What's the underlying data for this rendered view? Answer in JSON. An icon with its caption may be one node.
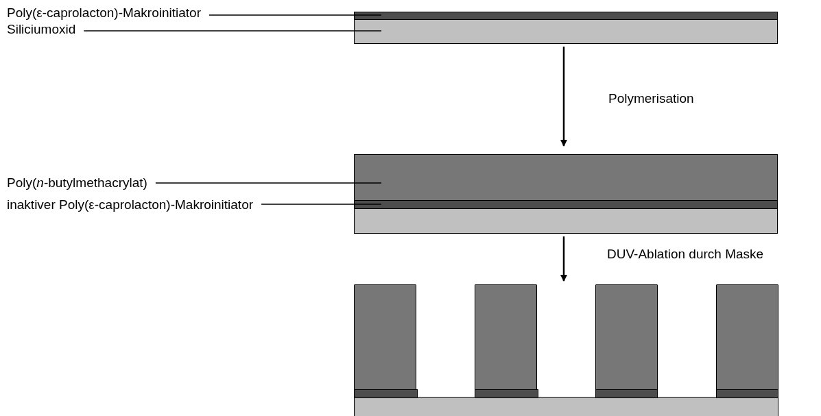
{
  "diagram": {
    "nodes": [
      {
        "text": [
          "Poly(ε-caprolacton)-Makroinitiator"
        ]
      },
      {
        "text": [
          "Siliciumoxid"
        ]
      },
      {
        "text": [],
        "shape": "bar"
      },
      {
        "text": [],
        "shape": "bar"
      },
      {
        "text": [
          "Poly(*n*-butylmethacrylat)"
        ]
      },
      {
        "text": [
          "inaktiver Poly(ε-caprolacton)-Makroinitiator"
        ]
      },
      {
        "text": [],
        "shape": "bar"
      },
      {
        "text": [],
        "shape": "bar"
      },
      {
        "text": [],
        "shape": "bar"
      },
      {
        "text": [],
        "shape": "box"
      },
      {
        "text": [],
        "shape": "box"
      },
      {
        "text": [],
        "shape": "box"
      },
      {
        "text": [],
        "shape": "box"
      },
      {
        "text": [],
        "shape": "bar"
      },
      {
        "text": [],
        "shape": "bar"
      },
      {
        "text": [],
        "shape": "bar"
      },
      {
        "text": [],
        "shape": "bar"
      },
      {
        "text": [],
        "shape": "bar"
      }
    ],
    "edges": [
      {
        "from": 0,
        "to": 2,
        "arrow": "none"
      },
      {
        "from": 1,
        "to": 3,
        "arrow": "none"
      },
      {
        "from": 3,
        "to": 6,
        "arrow": "to",
        "label": "Polymerisation"
      },
      {
        "from": 4,
        "to": 6,
        "arrow": "none"
      },
      {
        "from": 5,
        "to": 7,
        "arrow": "none"
      },
      {
        "from": 8,
        "to": null,
        "arrow": "to",
        "label": "DUV-Ablation durch Maske"
      }
    ]
  }
}
